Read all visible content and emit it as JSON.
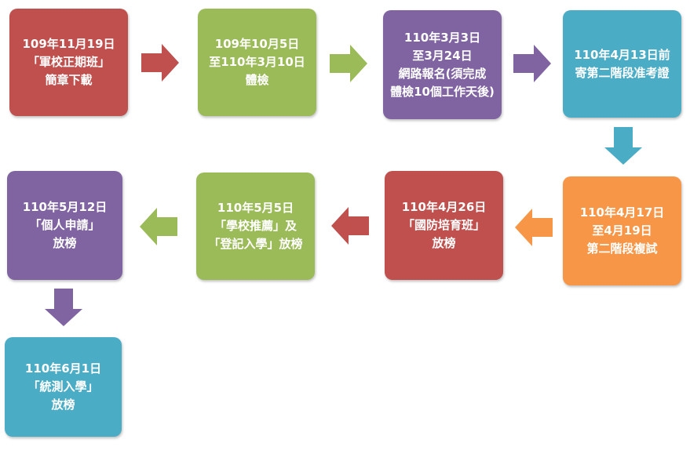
{
  "colors": {
    "red": "#c0504d",
    "green": "#9bbb59",
    "purple": "#8064a2",
    "teal": "#4bacc6",
    "orange": "#f79646"
  },
  "steps": [
    {
      "lines": [
        "109年11月19日",
        "「軍校正期班」",
        "簡章下載"
      ],
      "color": "red"
    },
    {
      "lines": [
        "109年10月5日",
        "至110年3月10日",
        "體檢"
      ],
      "color": "green"
    },
    {
      "lines": [
        "110年3月3日",
        "至3月24日",
        "網路報名(須完成",
        "體檢10個工作天後)"
      ],
      "color": "purple"
    },
    {
      "lines": [
        "110年4月13日前",
        "寄第二階段准考證"
      ],
      "color": "teal"
    },
    {
      "lines": [
        "110年4月17日",
        "至4月19日",
        "第二階段複試"
      ],
      "color": "orange"
    },
    {
      "lines": [
        "110年4月26日",
        "「國防培育班」",
        "放榜"
      ],
      "color": "red"
    },
    {
      "lines": [
        "110年5月5日",
        "「學校推薦」及",
        "「登記入學」放榜"
      ],
      "color": "green"
    },
    {
      "lines": [
        "110年5月12日",
        "「個人申請」",
        "放榜"
      ],
      "color": "purple"
    },
    {
      "lines": [
        "110年6月1日",
        "「統測入學」",
        "放榜"
      ],
      "color": "teal"
    }
  ],
  "arrows": [
    {
      "direction": "right",
      "color": "red"
    },
    {
      "direction": "right",
      "color": "green"
    },
    {
      "direction": "right",
      "color": "purple"
    },
    {
      "direction": "down",
      "color": "teal"
    },
    {
      "direction": "left",
      "color": "orange"
    },
    {
      "direction": "left",
      "color": "red"
    },
    {
      "direction": "left",
      "color": "green"
    },
    {
      "direction": "down",
      "color": "purple"
    }
  ]
}
